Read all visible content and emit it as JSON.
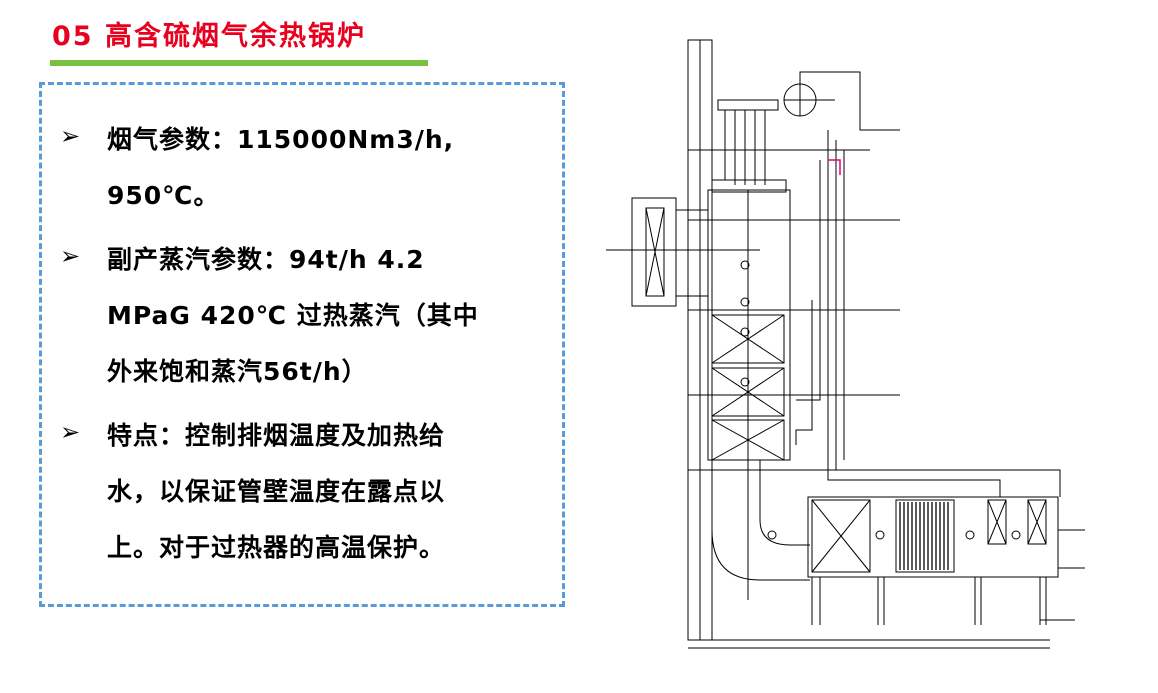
{
  "title": "05 高含硫烟气余热锅炉",
  "bullets": [
    {
      "lines": [
        "烟气参数：115000Nm3/h,",
        "950℃。"
      ]
    },
    {
      "lines": [
        "副产蒸汽参数：94t/h 4.2",
        "MPaG 420℃ 过热蒸汽（其中",
        "外来饱和蒸汽56t/h）"
      ]
    },
    {
      "lines": [
        "特点：控制排烟温度及加热给",
        "水，以保证管壁温度在露点以",
        "上。对于过热器的高温保护。"
      ]
    }
  ],
  "bullet_symbol": "➢",
  "colors": {
    "title": "#e8001e",
    "underline": "#7ac143",
    "box_border": "#5b9bd5",
    "pipe_highlight": "#e0007a"
  }
}
